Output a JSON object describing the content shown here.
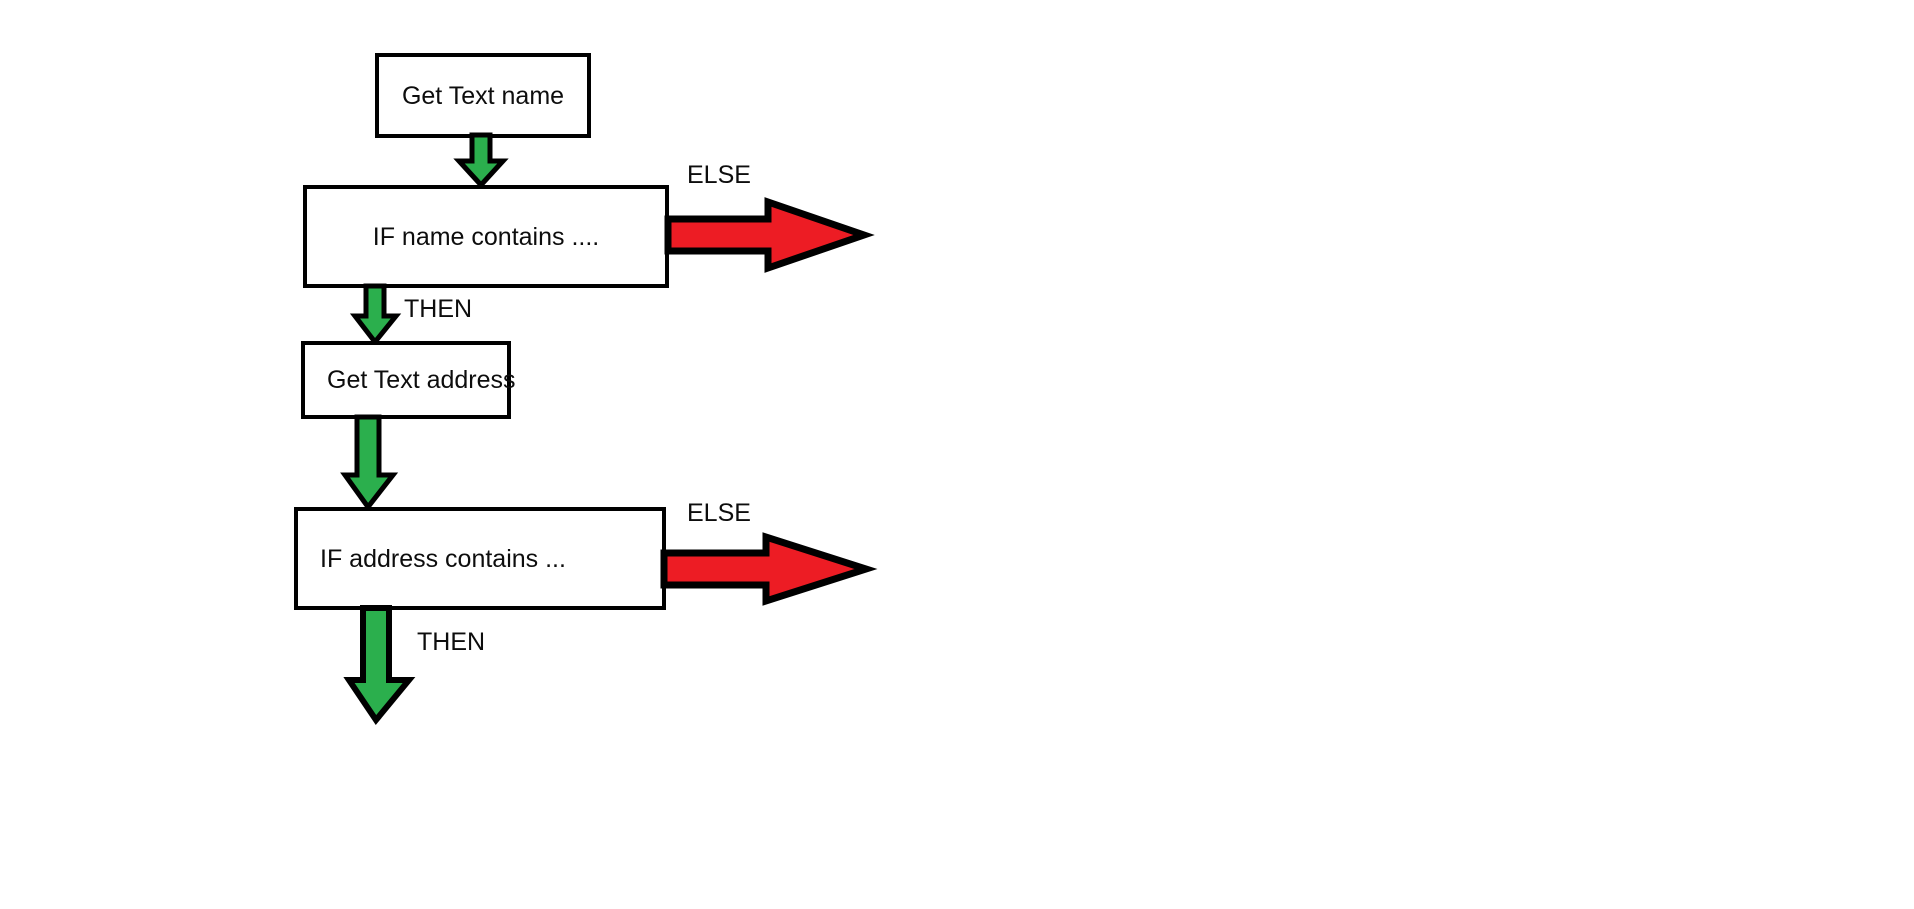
{
  "diagram": {
    "title": "Conditional text-check flowchart",
    "background_color": "#ffffff",
    "palette": {
      "arrow_green": "#2BAF4D",
      "arrow_red": "#ED1C24",
      "outline": "#000000",
      "node_fill": "#ffffff",
      "text": "#0d0d0d"
    },
    "nodes": [
      {
        "id": "get-text-name",
        "label": "Get Text name",
        "shape": "rectangle",
        "align": "center"
      },
      {
        "id": "if-name",
        "label": "IF name contains ....",
        "shape": "rectangle",
        "align": "center"
      },
      {
        "id": "get-text-address",
        "label": "Get Text address",
        "shape": "rectangle",
        "align": "left"
      },
      {
        "id": "if-address",
        "label": "IF address contains ...",
        "shape": "rectangle",
        "align": "left"
      }
    ],
    "connectors": [
      {
        "id": "name-to-if-name",
        "label": "",
        "color": "#2BAF4D",
        "direction": "down",
        "from": "get-text-name",
        "to": "if-name"
      },
      {
        "id": "if-name-else",
        "label": "ELSE",
        "color": "#ED1C24",
        "direction": "right",
        "from": "if-name",
        "to": ""
      },
      {
        "id": "if-name-then",
        "label": "THEN",
        "color": "#2BAF4D",
        "direction": "down",
        "from": "if-name",
        "to": "get-text-address"
      },
      {
        "id": "address-to-if-address",
        "label": "",
        "color": "#2BAF4D",
        "direction": "down",
        "from": "get-text-address",
        "to": "if-address"
      },
      {
        "id": "if-address-else",
        "label": "ELSE",
        "color": "#ED1C24",
        "direction": "right",
        "from": "if-address",
        "to": ""
      },
      {
        "id": "if-address-then",
        "label": "THEN",
        "color": "#2BAF4D",
        "direction": "down",
        "from": "if-address",
        "to": ""
      }
    ],
    "labels": {
      "else_top": "ELSE",
      "else_bottom": "ELSE",
      "then_top": "THEN",
      "then_bottom": "THEN"
    }
  }
}
